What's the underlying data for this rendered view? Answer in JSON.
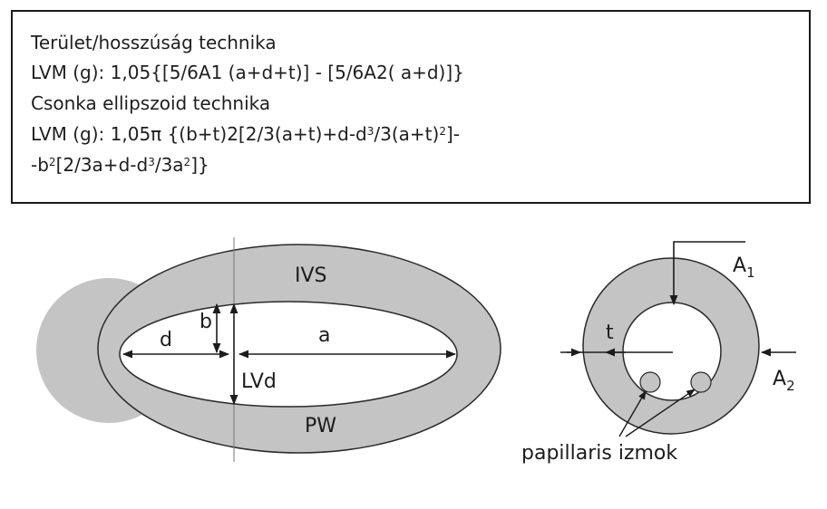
{
  "formulas": {
    "line1": "Terület/hosszúság technika",
    "line2": "LVM (g): 1,05{[5/6A1 (a+d+t)] - [5/6A2( a+d)]}",
    "line3": "Csonka ellipszoid technika",
    "line4": {
      "p1": "LVM (g): 1,05π {(b+t)2[2/3(a+t)+d-d",
      "s1": "3",
      "p2": "/3(a+t)",
      "s2": "2",
      "p3": "]-"
    },
    "line5": {
      "p1": "-b",
      "s1": "2",
      "p2": "[2/3a+d-d",
      "s2": "3",
      "p3": "/3a",
      "s3": "2",
      "p4": "]}"
    }
  },
  "diagram": {
    "labels": {
      "ivs": "IVS",
      "pw": "PW",
      "d": "d",
      "b": "b",
      "a": "a",
      "lvd": "LVd",
      "t": "t",
      "a1": "A",
      "a1_sub": "1",
      "a2": "A",
      "a2_sub": "2",
      "papillary": "papillaris izmok"
    },
    "colors": {
      "wall_fill": "#c4c4c4",
      "wall_stroke": "#2a2a2a",
      "cavity_fill": "#ffffff",
      "line": "#1c1c1c"
    }
  }
}
